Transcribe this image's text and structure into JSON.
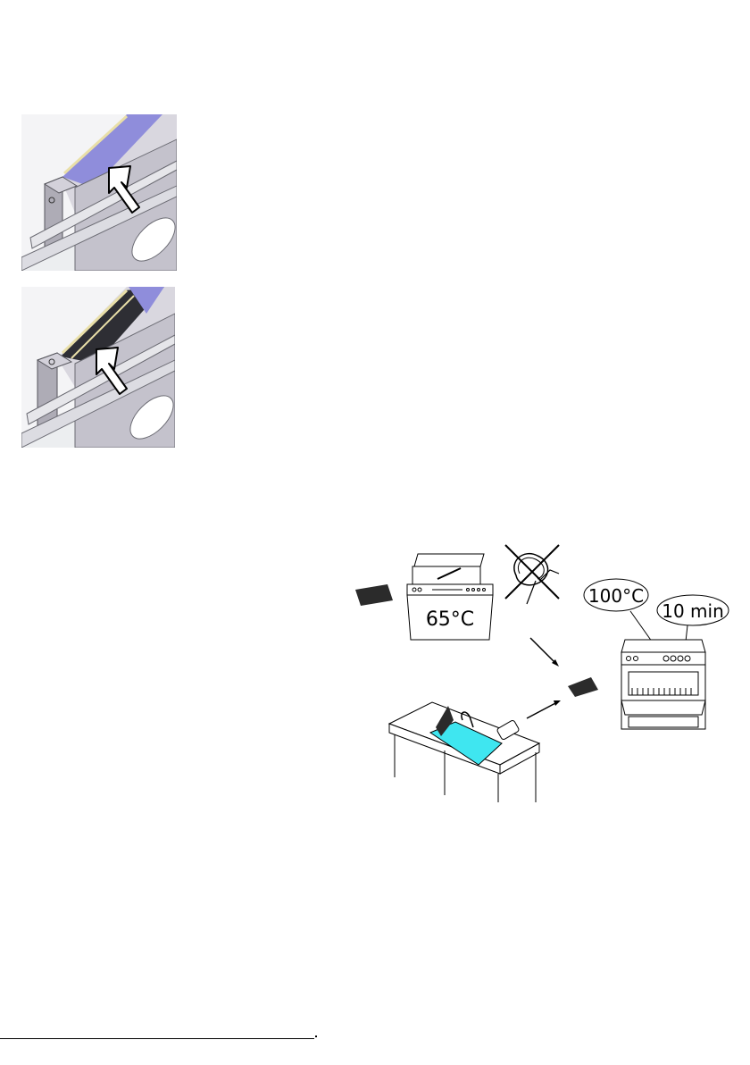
{
  "cleaning_illustration": {
    "dishwasher_temperature": "65°C",
    "oven_temperature": "100°C",
    "oven_time": "10 min"
  },
  "colors": {
    "hood_panel": "#c4c2cc",
    "filter_slot": "#8f8ddb",
    "sink_water": "#3fe6f0",
    "filter_pad": "#2b2b2b"
  }
}
